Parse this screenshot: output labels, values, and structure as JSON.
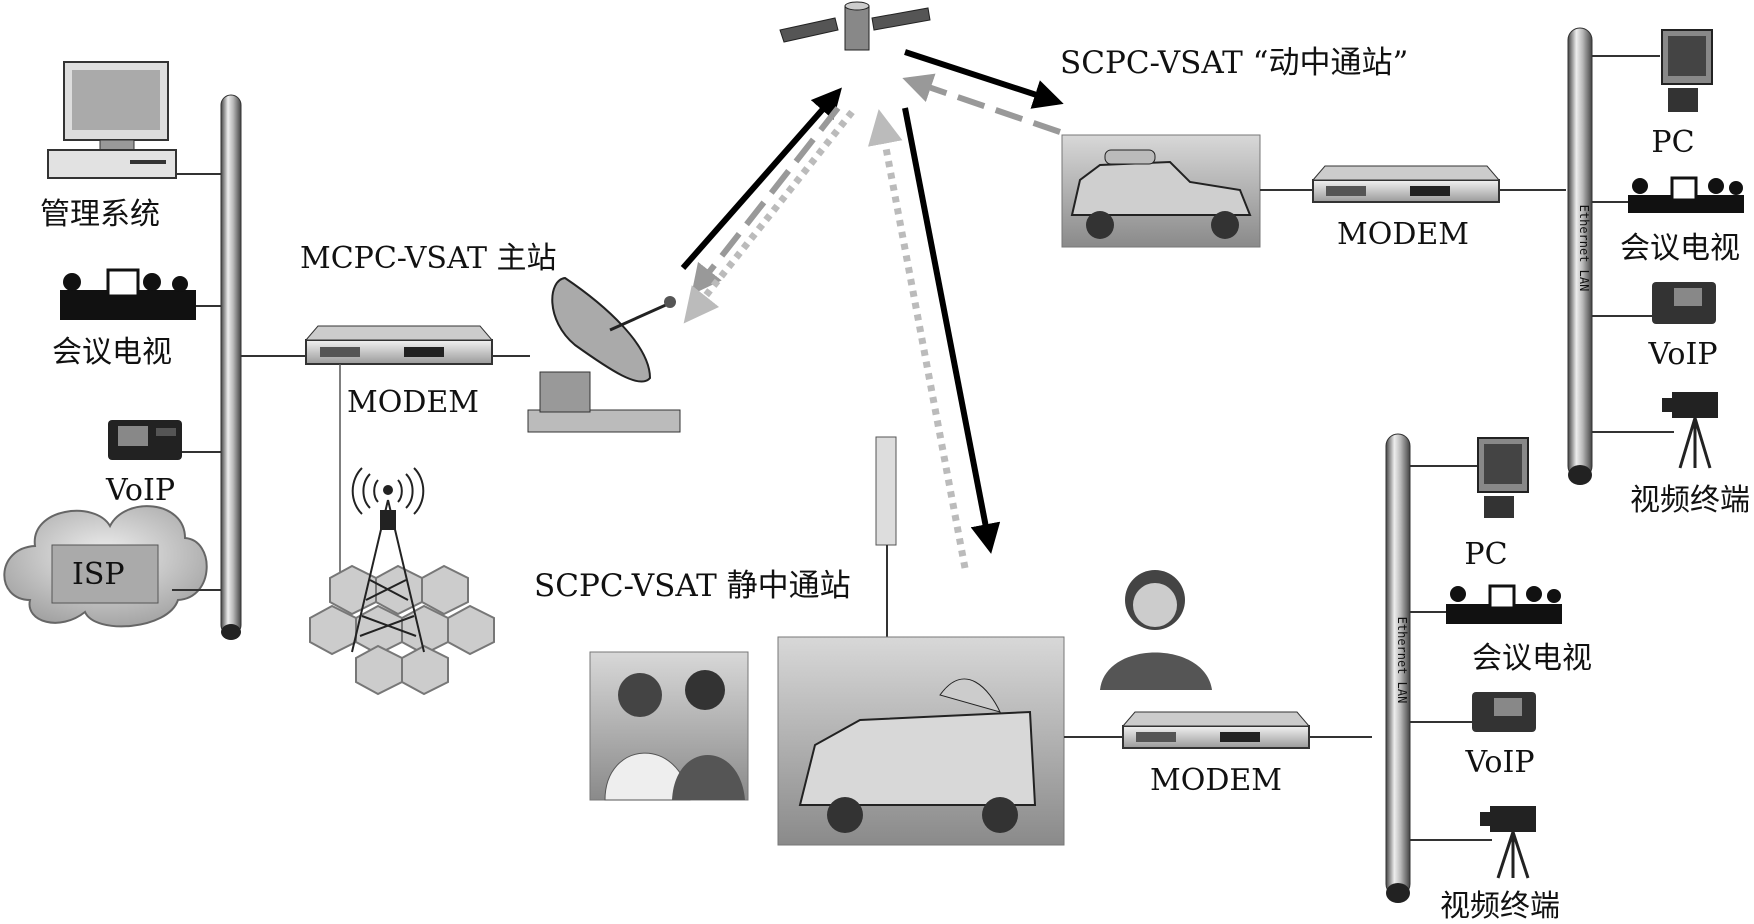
{
  "left_site": {
    "mgmt_label": "管理系统",
    "video_conf_label": "会议电视",
    "voip_label": "VoIP",
    "isp_label": "ISP",
    "station_label": "MCPC-VSAT 主站",
    "modem_label": "MODEM"
  },
  "mobile_station": {
    "title": "SCPC-VSAT “动中通站”",
    "modem_label": "MODEM",
    "lan": {
      "bus_label": "Ethernet LAN",
      "pc_label": "PC",
      "video_conf_label": "会议电视",
      "voip_label": "VoIP",
      "video_terminal_label": "视频终端"
    }
  },
  "static_station": {
    "title": "SCPC-VSAT 静中通站",
    "modem_label": "MODEM",
    "lan": {
      "bus_label": "Ethernet LAN",
      "pc_label": "PC",
      "video_conf_label": "会议电视",
      "voip_label": "VoIP",
      "video_terminal_label": "视频终端"
    }
  }
}
